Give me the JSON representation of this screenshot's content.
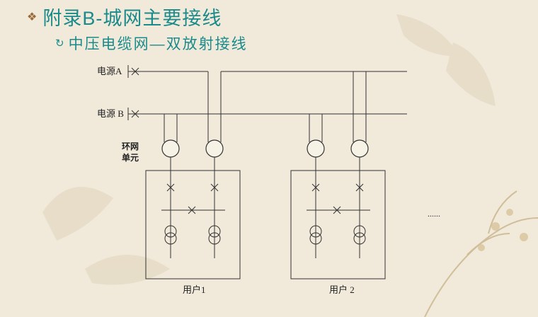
{
  "header": {
    "bullet": "❖",
    "title": "附录B-城网主要接线"
  },
  "subheader": {
    "bullet": "↻",
    "title": "中压电缆网—双放射接线"
  },
  "diagram": {
    "source_a_label": "电源A",
    "source_b_label": "电源 B",
    "ring_unit_label_line1": "环网",
    "ring_unit_label_line2": "单元",
    "user1_label": "用户1",
    "user2_label": "用户  2",
    "ellipsis": "......"
  }
}
